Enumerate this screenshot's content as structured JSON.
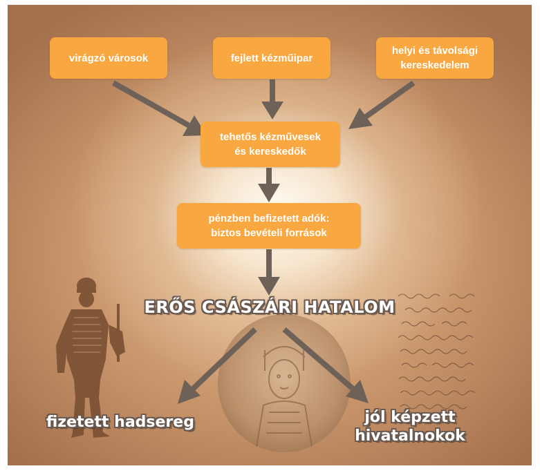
{
  "boxes": {
    "varosok": "virágzó városok",
    "kezmuipar": "fejlett kézműipar",
    "kereskedelem_line1": "helyi és távolsági",
    "kereskedelem_line2": "kereskedelem",
    "tehetos_line1": "tehetős kézművesek",
    "tehetos_line2": "és kereskedők",
    "adok_line1": "pénzben befizetett adók:",
    "adok_line2": "biztos bevételi források"
  },
  "title": "ERŐS CSÁSZÁRI HATALOM",
  "outcomes": {
    "hadsereg": "fizetett hadsereg",
    "hivatalnok_line1": "jól képzett",
    "hivatalnok_line2": "hivatalnokok"
  },
  "colors": {
    "box": "#f9a841",
    "arrow": "#6e6158",
    "outline": "#6a5a50"
  },
  "images": {
    "soldier": "soldier-silhouette",
    "coin": "byzantine-coin",
    "manuscript": "greek-manuscript"
  }
}
